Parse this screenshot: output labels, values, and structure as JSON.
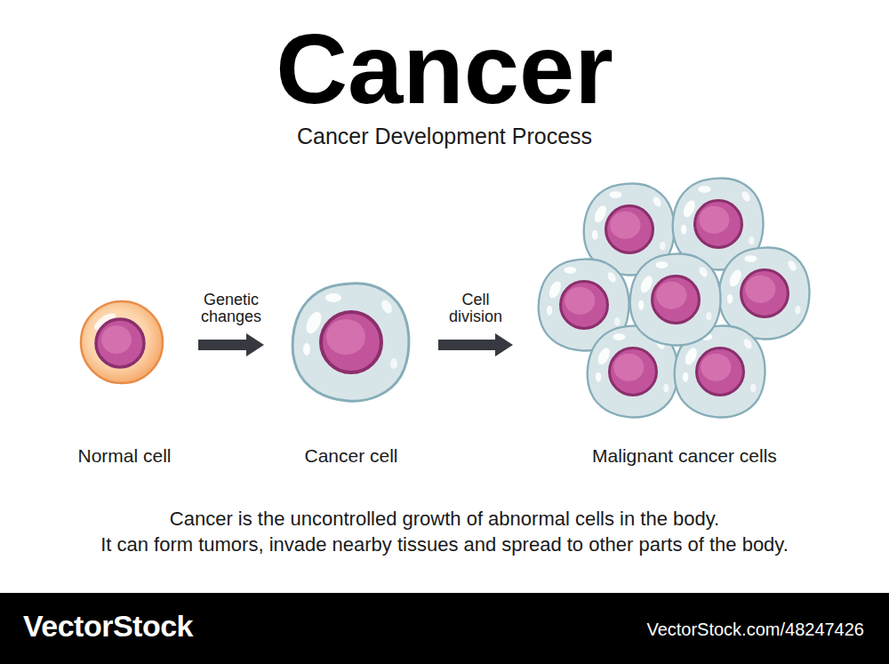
{
  "diagram": {
    "title": "Cancer",
    "nodes": [
      {
        "text": [
          "Normal cell"
        ]
      },
      {
        "text": [
          "Cancer cell"
        ]
      },
      {
        "text": [
          "Malignant cancer cells"
        ]
      }
    ],
    "edges": [
      {
        "from": 0,
        "to": 1,
        "label": "Genetic changes",
        "arrow": "to"
      },
      {
        "from": 1,
        "to": 2,
        "label": "Cell division",
        "arrow": "to"
      }
    ],
    "labels": [
      "Cancer Development Process",
      "Cancer is the uncontrolled growth of abnormal cells in the body.",
      "It can form tumors, invade nearby tissues and spread to other parts of the body.",
      "VectorStock",
      "VectorStock.com/48247426"
    ]
  }
}
